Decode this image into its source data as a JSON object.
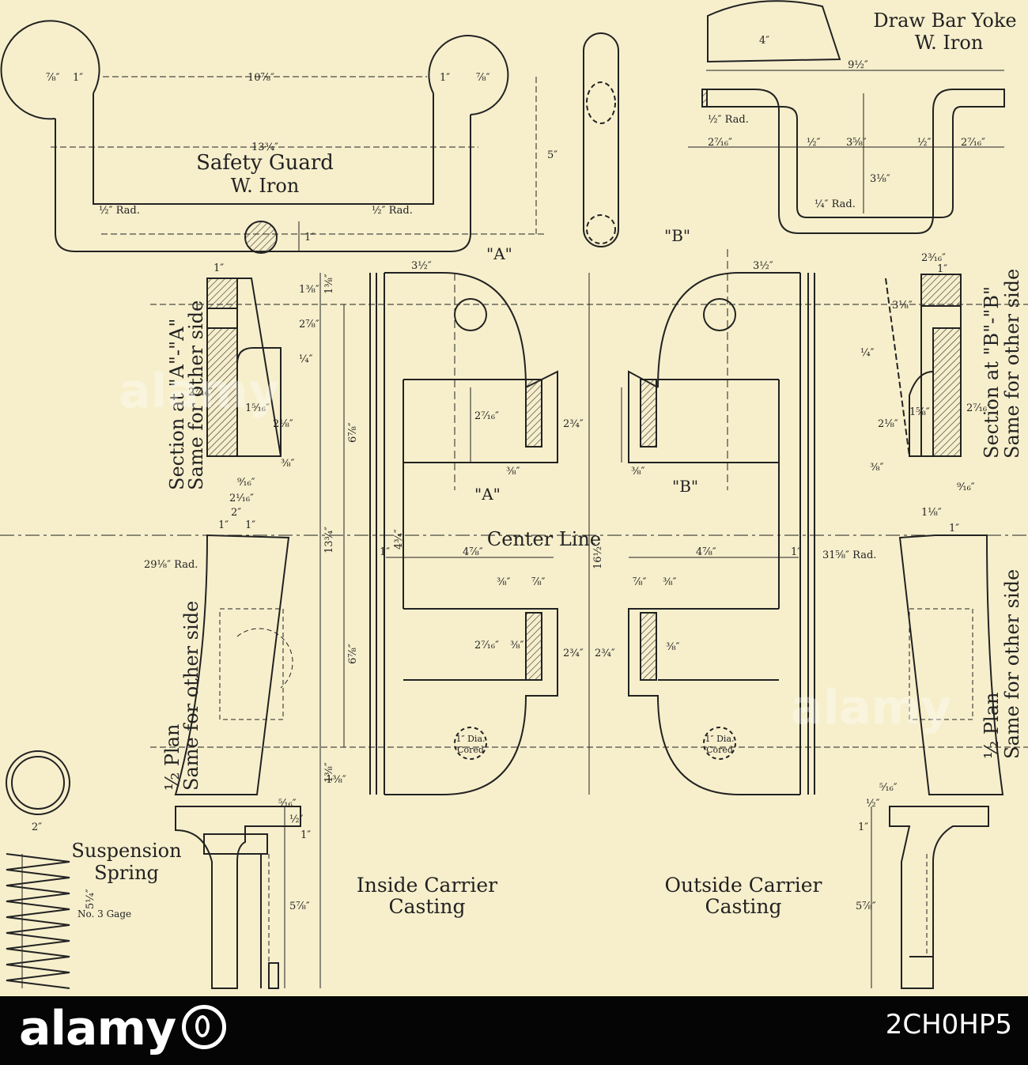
{
  "drawing": {
    "safety_guard": {
      "title": "Safety Guard",
      "material": "W. Iron",
      "dim_span": "10⅞″",
      "dim_overall": "13¾″",
      "dim_height": "5″",
      "dim_1a": "1″",
      "dim_1b": "1″",
      "dim_78a": "⅞″",
      "dim_78b": "⅞″",
      "rad_left": "½″ Rad.",
      "rad_right": "½″ Rad.",
      "dim_bar": "1″"
    },
    "draw_bar_yoke": {
      "title": "Draw Bar Yoke",
      "material": "W. Iron",
      "dim_4": "4″",
      "dim_overall": "9½″",
      "dim_a": "2⁷⁄₁₆″",
      "dim_b": "½″",
      "dim_c": "3⅝″",
      "dim_d": "½″",
      "dim_e": "2⁷⁄₁₆″",
      "dim_depth": "3⅛″",
      "rad_top": "½″ Rad.",
      "rad_bottom": "¼″ Rad."
    },
    "section_a": {
      "title": "Section at \"A\"-\"A\"",
      "note": "Same for other side",
      "dims": [
        "1″",
        "1⅜″",
        "2⅞″",
        "¼″",
        "2⁷⁄₁₆″",
        "1⁵⁄₁₆″",
        "2⅛″",
        "⅜″",
        "⁹⁄₁₆″",
        "2¹⁄₁₆″"
      ]
    },
    "section_b": {
      "title": "Section at \"B\"-\"B\"",
      "note": "Same for other side",
      "dims": [
        "2³⁄₁₆″",
        "1″",
        "3⅛″",
        "¼″",
        "1⅝″",
        "2⅛″",
        "2⁷⁄₁₆″",
        "⅜″",
        "⁹⁄₁₆″"
      ]
    },
    "plan_left": {
      "title": "½ Plan",
      "note": "Same for other side",
      "rad": "29⅛″ Rad.",
      "dims": [
        "2″",
        "1″",
        "1″",
        "1⅜″",
        "⁵⁄₁₆″",
        "½″",
        "1″",
        "5⅞″"
      ]
    },
    "plan_right": {
      "title": "½ Plan",
      "note": "Same for other side",
      "rad": "31⅝″ Rad.",
      "dims": [
        "1⅛″",
        "1″",
        "½″",
        "⁵⁄₁₆″",
        "1″",
        "5⅞″"
      ]
    },
    "inside_carrier": {
      "title": "Inside Carrier",
      "title2": "Casting",
      "dims": [
        "3½″",
        "2⁷⁄₁₆″",
        "2¾″",
        "⅜″",
        "4⅞″",
        "1″",
        "⅜″",
        "⅞″",
        "2⁷⁄₁₆″",
        "2¾″",
        "⅜″"
      ],
      "cored": "1″ Dia.",
      "cored2": "Cored",
      "label_a_top": "\"A\"",
      "label_a_bottom": "\"A\""
    },
    "outside_carrier": {
      "title": "Outside Carrier",
      "title2": "Casting",
      "dims": [
        "3½″",
        "⅜″",
        "4⅞″",
        "1″",
        "⅞″",
        "⅜″",
        "2¾″",
        "⅜″"
      ],
      "cored": "1″ Dia.",
      "cored2": "Cored",
      "label_b_top": "\"B\"",
      "label_b_bottom": "\"B\""
    },
    "center_line": "Center Line",
    "overall": {
      "len1": "16½″",
      "len2": "13¾″",
      "upper": "6⅞″",
      "lower": "6⅞″",
      "top": "1⅜″",
      "bottom": "1⅜″",
      "mid": "4¾″"
    },
    "spring": {
      "title": "Suspension",
      "title2": "Spring",
      "gage": "No. 3 Gage",
      "dia": "2″",
      "len": "5¼″"
    }
  },
  "footer": {
    "brand": "alamy",
    "image_code": "2CH0HP5"
  },
  "watermark": {
    "text": "alamy"
  },
  "colors": {
    "paper": "#f7efcc",
    "ink": "#222222",
    "footer": "#050505"
  }
}
